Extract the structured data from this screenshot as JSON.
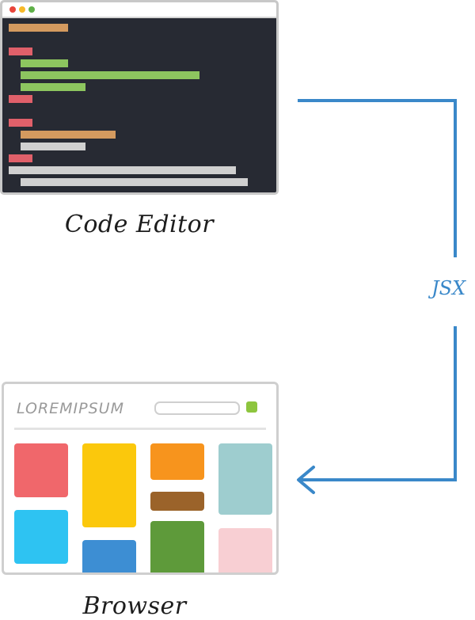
{
  "editor": {
    "window_buttons": [
      "close",
      "minimize",
      "maximize"
    ],
    "code_lines": [
      {
        "indent": 0,
        "color": "#d49a5f"
      },
      {
        "indent": 0,
        "color": "#e0606a"
      },
      {
        "indent": 1,
        "color": "#8dc55f"
      },
      {
        "indent": 1,
        "color": "#8dc55f"
      },
      {
        "indent": 1,
        "color": "#8dc55f"
      },
      {
        "indent": 0,
        "color": "#e0606a"
      },
      {
        "indent": 0,
        "color": "#e0606a"
      },
      {
        "indent": 1,
        "color": "#d49a5f"
      },
      {
        "indent": 1,
        "color": "#d0d0d0"
      },
      {
        "indent": 0,
        "color": "#e0606a"
      },
      {
        "indent": 0,
        "color": "#d0d0d0"
      },
      {
        "indent": 1,
        "color": "#d0d0d0"
      }
    ],
    "caption": "Code Editor"
  },
  "arrow": {
    "label": "JSX",
    "color": "#3a88c9"
  },
  "browser": {
    "logo": "LOREMIPSUM",
    "go_button_color": "#8dc53e",
    "tile_colors": {
      "coral": "#f0676b",
      "yellow": "#fbc80c",
      "orange": "#f7941d",
      "teal": "#9ecdcf",
      "sky": "#2ec3f2",
      "brown": "#9b632a",
      "blue": "#3d8ed3",
      "green": "#5e9a3a",
      "pink": "#f8cfd3"
    },
    "caption": "Browser"
  }
}
